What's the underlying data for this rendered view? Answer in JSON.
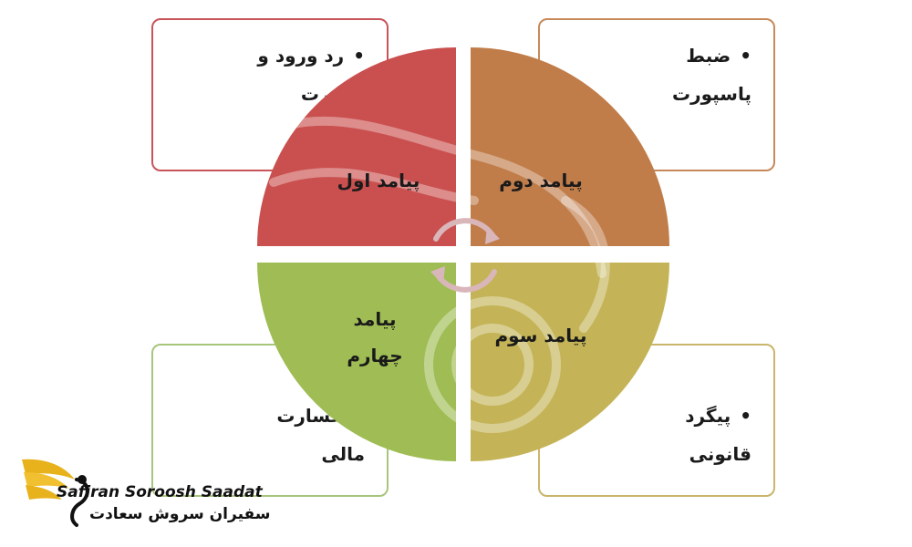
{
  "colors": {
    "q1": "#c9504f",
    "q2": "#c07d4a",
    "q3": "#9fbd54",
    "q4": "#c4b457"
  },
  "boxes": {
    "top_left": {
      "bullet": "•",
      "line1": "رد ورود و",
      "line2": "دیپورت"
    },
    "top_right": {
      "bullet": "•",
      "line1": "ضبط",
      "line2": "پاسپورت"
    },
    "bottom_left": {
      "bullet": "•",
      "line1": "خسارت",
      "line2": "مالی"
    },
    "bottom_right": {
      "bullet": "•",
      "line1": "پیگرد",
      "line2": "قانونی"
    }
  },
  "quadrants": {
    "q1": {
      "line1": "پیامد اول"
    },
    "q2": {
      "line1": "پیامد دوم"
    },
    "q3": {
      "line1": "پیامد",
      "line2": "چهارم"
    },
    "q4": {
      "line1": "پیامد سوم"
    }
  },
  "logo": {
    "latin": "Safiran Soroosh Saadat",
    "persian": "سفیران سروش سعادت"
  }
}
